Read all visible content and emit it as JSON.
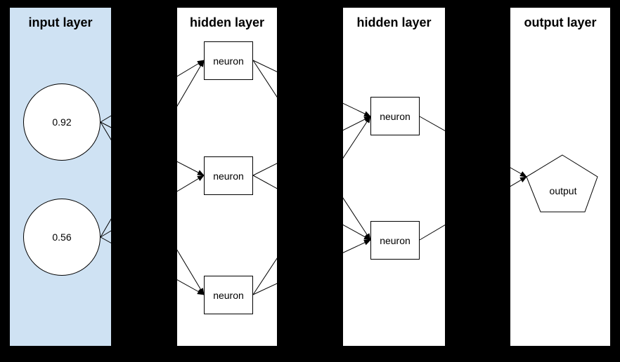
{
  "diagram": {
    "background": "#000000",
    "layers": [
      {
        "id": "input",
        "title": "input layer",
        "fill": "#cfe2f3"
      },
      {
        "id": "hidden1",
        "title": "hidden layer",
        "fill": "#ffffff"
      },
      {
        "id": "hidden2",
        "title": "hidden layer",
        "fill": "#ffffff"
      },
      {
        "id": "output",
        "title": "output layer",
        "fill": "#ffffff"
      }
    ],
    "nodes": [
      {
        "id": "input-1",
        "label": "0.92",
        "shape": "circle",
        "layer": "input"
      },
      {
        "id": "input-2",
        "label": "0.56",
        "shape": "circle",
        "layer": "input"
      },
      {
        "id": "h1-n1",
        "label": "neuron",
        "shape": "rect",
        "layer": "hidden1"
      },
      {
        "id": "h1-n2",
        "label": "neuron",
        "shape": "rect",
        "layer": "hidden1"
      },
      {
        "id": "h1-n3",
        "label": "neuron",
        "shape": "rect",
        "layer": "hidden1"
      },
      {
        "id": "h2-n1",
        "label": "neuron",
        "shape": "rect",
        "layer": "hidden2"
      },
      {
        "id": "h2-n2",
        "label": "neuron",
        "shape": "rect",
        "layer": "hidden2"
      },
      {
        "id": "out-1",
        "label": "output",
        "shape": "pentagon",
        "layer": "output"
      }
    ],
    "edges": [
      [
        "input-1",
        "h1-n1"
      ],
      [
        "input-1",
        "h1-n2"
      ],
      [
        "input-1",
        "h1-n3"
      ],
      [
        "input-2",
        "h1-n1"
      ],
      [
        "input-2",
        "h1-n2"
      ],
      [
        "input-2",
        "h1-n3"
      ],
      [
        "h1-n1",
        "h2-n1"
      ],
      [
        "h1-n1",
        "h2-n2"
      ],
      [
        "h1-n2",
        "h2-n1"
      ],
      [
        "h1-n2",
        "h2-n2"
      ],
      [
        "h1-n3",
        "h2-n1"
      ],
      [
        "h1-n3",
        "h2-n2"
      ],
      [
        "h2-n1",
        "out-1"
      ],
      [
        "h2-n2",
        "out-1"
      ]
    ],
    "colors": {
      "edge": "#000000",
      "node_border": "#000000",
      "node_fill": "#ffffff",
      "text": "#000000",
      "input_panel_fill": "#cfe2f3",
      "background": "#000000"
    }
  }
}
